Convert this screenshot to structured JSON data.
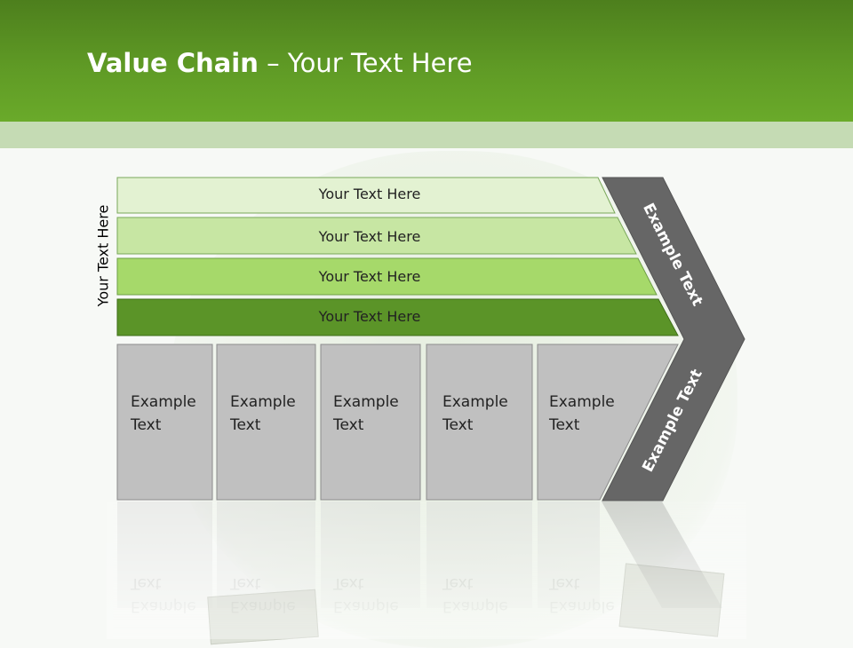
{
  "slide": {
    "title_bold": "Value Chain",
    "title_rest": " – Your Text Here",
    "side_label": "Your Text Here"
  },
  "rows": [
    {
      "label": "Your Text Here",
      "fill": "#e3f2d2"
    },
    {
      "label": "Your Text Here",
      "fill": "#c7e6a3"
    },
    {
      "label": "Your Text Here",
      "fill": "#a6d96a"
    },
    {
      "label": "Your Text Here",
      "fill": "#5b9428"
    }
  ],
  "cells": [
    {
      "line1": "Example",
      "line2": "Text"
    },
    {
      "line1": "Example",
      "line2": "Text"
    },
    {
      "line1": "Example",
      "line2": "Text"
    },
    {
      "line1": "Example",
      "line2": "Text"
    },
    {
      "line1": "Example",
      "line2": "Text"
    }
  ],
  "chevron": {
    "upper_label": "Example Text",
    "lower_label": "Example Text",
    "fill": "#666666"
  },
  "colors": {
    "header": "#5f9a25",
    "band": "#c5dbb4",
    "cell_fill": "#c0c0c0",
    "cell_border": "#8c8c8c"
  }
}
